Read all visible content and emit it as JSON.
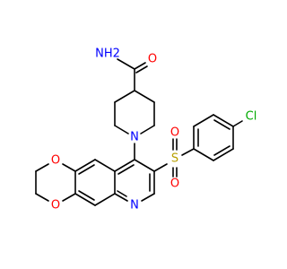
{
  "molecule": {
    "atoms": [
      {
        "id": "N_amide",
        "label": "NH2",
        "color": "#0000ff",
        "sub_label": "2"
      },
      {
        "id": "O_amide",
        "label": "O",
        "color": "#ff0000"
      },
      {
        "id": "N_pip",
        "label": "N",
        "color": "#0000ff"
      },
      {
        "id": "S",
        "label": "S",
        "color": "#b8a000"
      },
      {
        "id": "O_s1",
        "label": "O",
        "color": "#ff0000"
      },
      {
        "id": "O_s2",
        "label": "O",
        "color": "#ff0000"
      },
      {
        "id": "Cl",
        "label": "Cl",
        "color": "#00aa00"
      },
      {
        "id": "O_d1",
        "label": "O",
        "color": "#ff0000"
      },
      {
        "id": "O_d2",
        "label": "O",
        "color": "#ff0000"
      },
      {
        "id": "N_quin",
        "label": "N",
        "color": "#0000ff"
      }
    ]
  }
}
